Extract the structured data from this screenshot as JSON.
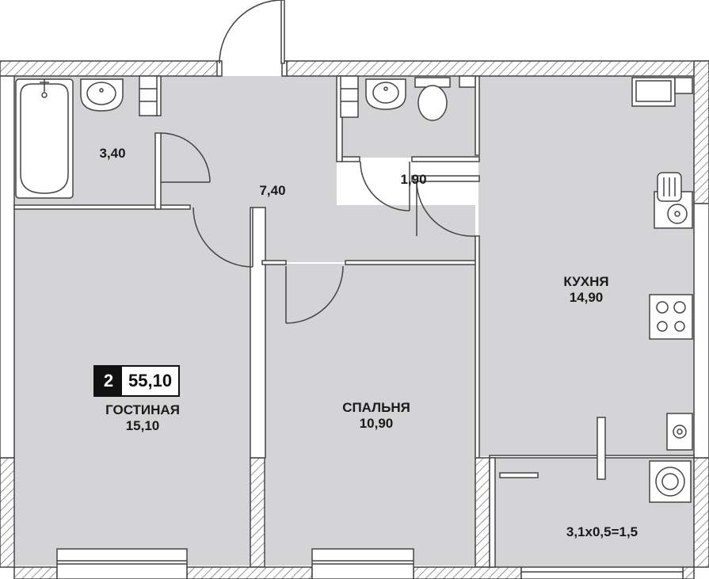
{
  "plan": {
    "colors": {
      "floor": "#d4d4d6",
      "wall": "#ffffff",
      "wall_line": "#444444",
      "hatch": "#666666",
      "background": "#ffffff"
    },
    "badge": {
      "rooms": "2",
      "total_area": "55,10"
    },
    "rooms": {
      "bathroom": {
        "area": "3,40"
      },
      "toilet": {
        "area": "1,90"
      },
      "hallway": {
        "area": "7,40"
      },
      "kitchen": {
        "name": "КУХНЯ",
        "area": "14,90"
      },
      "living": {
        "name": "ГОСТИНАЯ",
        "area": "15,10"
      },
      "bedroom": {
        "name": "СПАЛЬНЯ",
        "area": "10,90"
      },
      "balcony": {
        "area": "3,1x0,5=1,5"
      }
    },
    "fixtures": [
      "bathtub-icon",
      "washbasin-icon",
      "toilet-icon",
      "stove-icon",
      "kitchen-sink-icon",
      "washing-machine-icon",
      "boiler-icon"
    ]
  }
}
